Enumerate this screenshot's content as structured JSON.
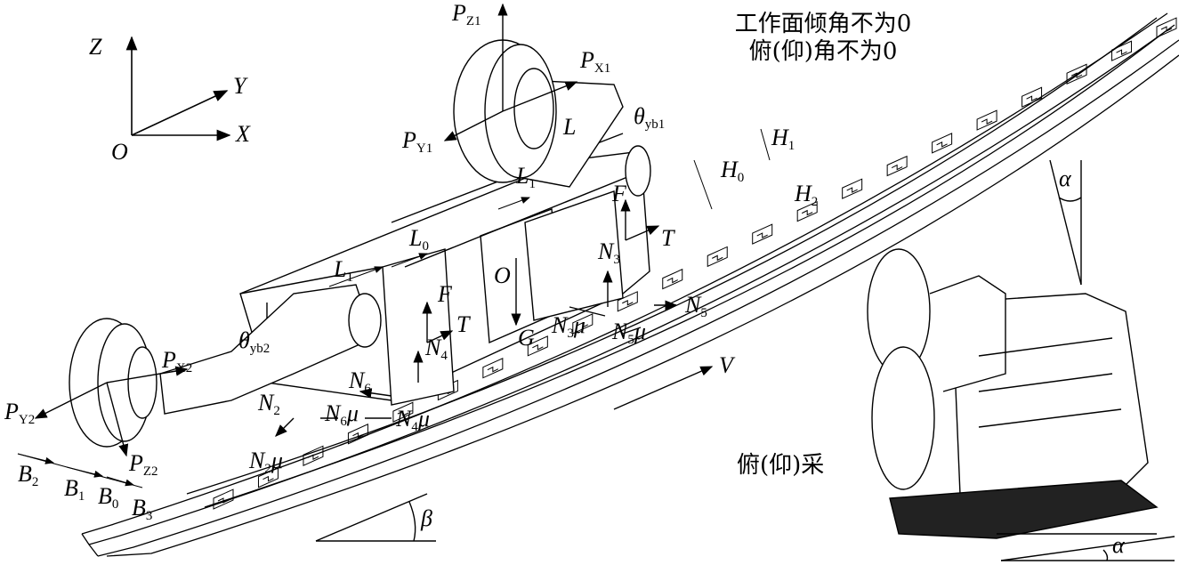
{
  "title": {
    "line1": "工作面倾角不为0",
    "line2": "俯(仰)角不为0"
  },
  "caption_inset": "俯(仰)采",
  "axes": {
    "z": "Z",
    "y": "Y",
    "x": "X",
    "origin": "O"
  },
  "labels": {
    "PZ1": {
      "main": "P",
      "sub": "Z1"
    },
    "PX1": {
      "main": "P",
      "sub": "X1"
    },
    "PY1": {
      "main": "P",
      "sub": "Y1"
    },
    "PX2": {
      "main": "P",
      "sub": "X2"
    },
    "PY2": {
      "main": "P",
      "sub": "Y2"
    },
    "PZ2": {
      "main": "P",
      "sub": "Z2"
    },
    "L": {
      "main": "L",
      "sub": ""
    },
    "L0": {
      "main": "L",
      "sub": "0"
    },
    "L1a": {
      "main": "L",
      "sub": "1"
    },
    "L1b": {
      "main": "L",
      "sub": "1"
    },
    "theta1": {
      "main": "θ",
      "sub": "yb1"
    },
    "theta2": {
      "main": "θ",
      "sub": "yb2"
    },
    "H0": {
      "main": "H",
      "sub": "0"
    },
    "H1": {
      "main": "H",
      "sub": "1"
    },
    "H2": {
      "main": "H",
      "sub": "2"
    },
    "F1": {
      "main": "F",
      "sub": ""
    },
    "F2": {
      "main": "F",
      "sub": ""
    },
    "T1": {
      "main": "T",
      "sub": ""
    },
    "T2": {
      "main": "T",
      "sub": ""
    },
    "O": {
      "main": "O",
      "sub": ""
    },
    "G": {
      "main": "G",
      "sub": ""
    },
    "N2": {
      "main": "N",
      "sub": "2"
    },
    "N3": {
      "main": "N",
      "sub": "3"
    },
    "N4": {
      "main": "N",
      "sub": "4"
    },
    "N5": {
      "main": "N",
      "sub": "5"
    },
    "N6": {
      "main": "N",
      "sub": "6"
    },
    "N2mu": {
      "main": "N",
      "sub": "2",
      "tail": "μ"
    },
    "N3mu": {
      "main": "N",
      "sub": "3",
      "tail": "μ"
    },
    "N4mu": {
      "main": "N",
      "sub": "4",
      "tail": "μ"
    },
    "N5mu": {
      "main": "N",
      "sub": "5",
      "tail": "μ"
    },
    "N6mu": {
      "main": "N",
      "sub": "6",
      "tail": "μ"
    },
    "V": {
      "main": "V",
      "sub": ""
    },
    "B0": {
      "main": "B",
      "sub": "0"
    },
    "B1": {
      "main": "B",
      "sub": "1"
    },
    "B2": {
      "main": "B",
      "sub": "2"
    },
    "B3": {
      "main": "B",
      "sub": "3"
    },
    "beta": {
      "main": "β",
      "sub": ""
    },
    "alpha1": {
      "main": "α",
      "sub": ""
    },
    "alpha2": {
      "main": "α",
      "sub": ""
    }
  }
}
